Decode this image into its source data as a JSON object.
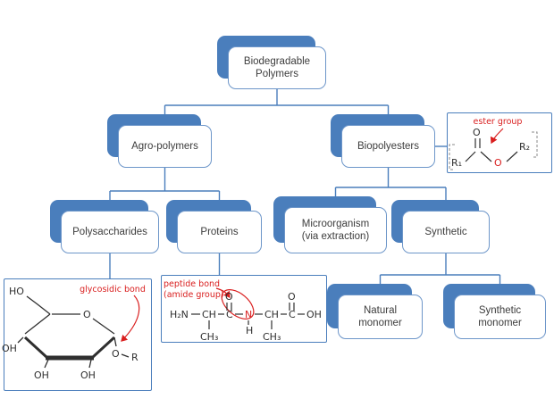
{
  "colors": {
    "node_shadow": "#4a7ebc",
    "node_border": "#6d96c9",
    "connector": "#4a7ebc",
    "annotation_red": "#d91e1e",
    "text": "#3c3c3c"
  },
  "nodes": {
    "root": "Biodegradable Polymers",
    "agro": "Agro-polymers",
    "biopolyesters": "Biopolyesters",
    "polysaccharides": "Polysaccharides",
    "proteins": "Proteins",
    "microorganism": "Microorganism (via extraction)",
    "synthetic": "Synthetic",
    "natural_monomer": "Natural monomer",
    "synthetic_monomer": "Synthetic monomer"
  },
  "ester": {
    "annotation": "ester group",
    "r1": "R₁",
    "carbonyl_o": "O",
    "ester_o": "O",
    "r2": "R₂"
  },
  "glucose": {
    "annotation": "glycosidic bond",
    "ho": "HO",
    "ring_o": "O",
    "oh_left": "OH",
    "oh_bottom_left": "OH",
    "oh_bottom_right": "OH",
    "anomeric_o": "O",
    "r": "R"
  },
  "peptide": {
    "annotation_line1": "peptide bond",
    "annotation_line2": "(amide group)",
    "h2n": "H₂N",
    "ch_a": "CH",
    "c_a": "C",
    "o_a": "O",
    "n": "N",
    "h": "H",
    "ch_b": "CH",
    "c_b": "C",
    "o_b": "O",
    "oh": "OH",
    "ch3_a": "CH₃",
    "ch3_b": "CH₃"
  }
}
